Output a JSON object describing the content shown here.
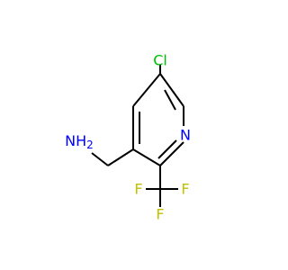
{
  "molecule": {
    "atoms": {
      "chlorine": {
        "label": "Cl",
        "color": "#00c000"
      },
      "nitrogen": {
        "label": "N",
        "color": "#0000ff"
      },
      "amine": {
        "label": "NH",
        "subscript": "2",
        "color": "#0000ff"
      },
      "fluorine_left": {
        "label": "F",
        "color": "#c0c000"
      },
      "fluorine_right": {
        "label": "F",
        "color": "#c0c000"
      },
      "fluorine_bottom": {
        "label": "F",
        "color": "#c0c000"
      }
    },
    "bond_color": "#000000"
  }
}
